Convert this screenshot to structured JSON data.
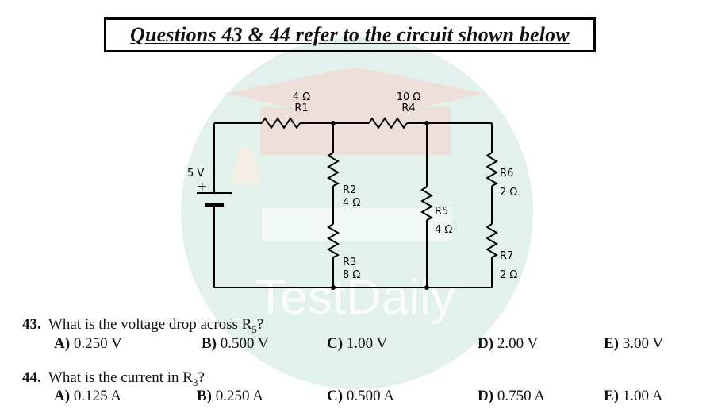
{
  "title": "Questions 43 & 44 refer to the circuit shown below",
  "watermark": {
    "brand": "TestDaily",
    "circle_color": "#e3f1ec",
    "cap_color": "#f1dcd8"
  },
  "circuit": {
    "battery": {
      "value": "5 V",
      "plus": "+"
    },
    "resistors": {
      "R1": {
        "name": "R1",
        "value": "4 Ω"
      },
      "R4": {
        "name": "R4",
        "value": "10 Ω"
      },
      "R2": {
        "name": "R2",
        "value": "4 Ω"
      },
      "R3": {
        "name": "R3",
        "value": "8 Ω"
      },
      "R5": {
        "name": "R5",
        "value": "4 Ω"
      },
      "R6": {
        "name": "R6",
        "value": "2 Ω"
      },
      "R7": {
        "name": "R7",
        "value": "2 Ω"
      }
    }
  },
  "questions": [
    {
      "number": "43.",
      "text": "What is the voltage drop across R",
      "sub": "5",
      "end": "?",
      "choices": [
        {
          "letter": "A)",
          "value": "0.250 V"
        },
        {
          "letter": "B)",
          "value": "0.500 V"
        },
        {
          "letter": "C)",
          "value": "1.00 V"
        },
        {
          "letter": "D)",
          "value": "2.00 V"
        },
        {
          "letter": "E)",
          "value": "3.00 V"
        }
      ]
    },
    {
      "number": "44.",
      "text": "What is the current in R",
      "sub": "3",
      "end": "?",
      "choices": [
        {
          "letter": "A)",
          "value": "0.125 A"
        },
        {
          "letter": "B)",
          "value": "0.250 A"
        },
        {
          "letter": "C)",
          "value": "0.500 A"
        },
        {
          "letter": "D)",
          "value": "0.750 A"
        },
        {
          "letter": "E)",
          "value": "1.00 A"
        }
      ]
    }
  ]
}
